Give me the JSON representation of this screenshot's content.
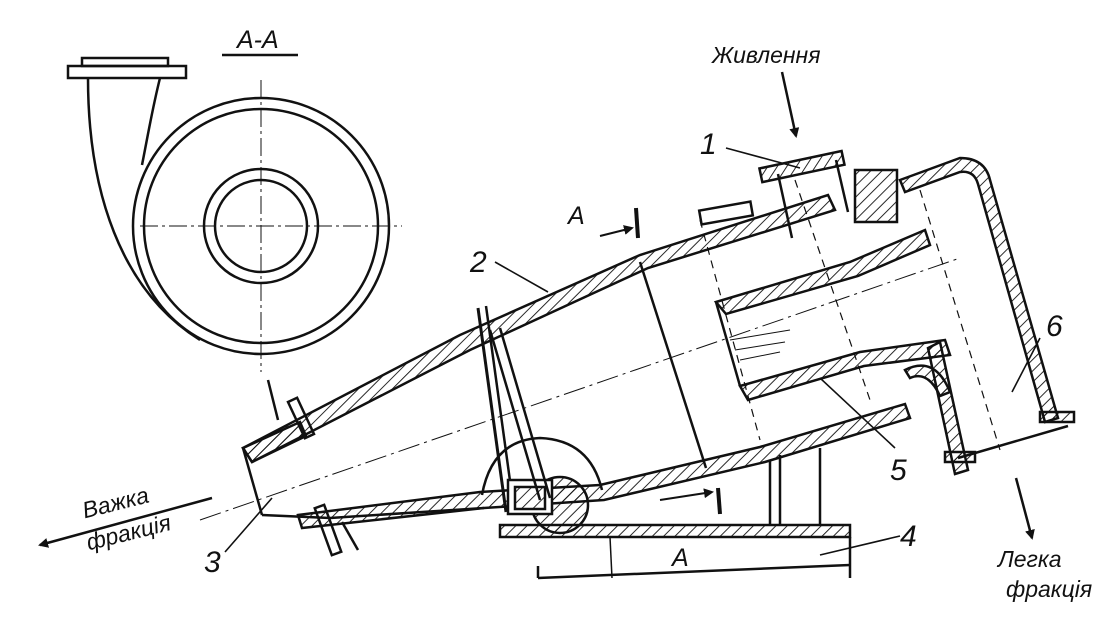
{
  "section_title": "A-A",
  "section_mark": "A",
  "labels": {
    "feed": "Живлення",
    "heavy_line1": "Важка",
    "heavy_line2": "фракція",
    "light_line1": "Легка",
    "light_line2": "фракція"
  },
  "part_numbers": [
    "1",
    "2",
    "3",
    "4",
    "5",
    "6"
  ],
  "colors": {
    "ink": "#111111",
    "paper": "#ffffff"
  }
}
